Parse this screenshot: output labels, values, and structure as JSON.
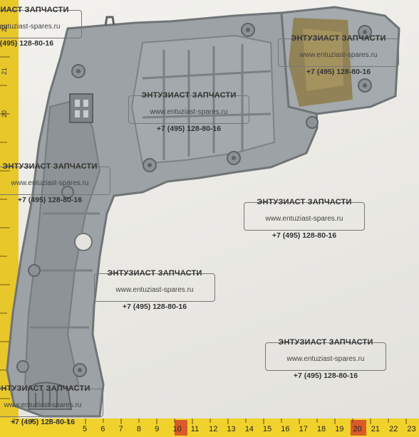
{
  "watermark": {
    "title": "ЭНТУЗИАСТ ЗАПЧАСТИ",
    "url": "www.entuziast-spares.ru",
    "phone": "+7 (495) 128-80-16"
  },
  "ruler_bottom": [
    "5",
    "6",
    "7",
    "8",
    "9",
    "10",
    "11",
    "12",
    "13",
    "14",
    "15",
    "16",
    "17",
    "18",
    "19",
    "20",
    "21",
    "22",
    "23"
  ],
  "ruler_side": [
    "22",
    "21",
    "20"
  ],
  "colors": {
    "plastic": "#9aa0a3",
    "ruler": "#f1d22d",
    "background": "#ecebe6"
  }
}
